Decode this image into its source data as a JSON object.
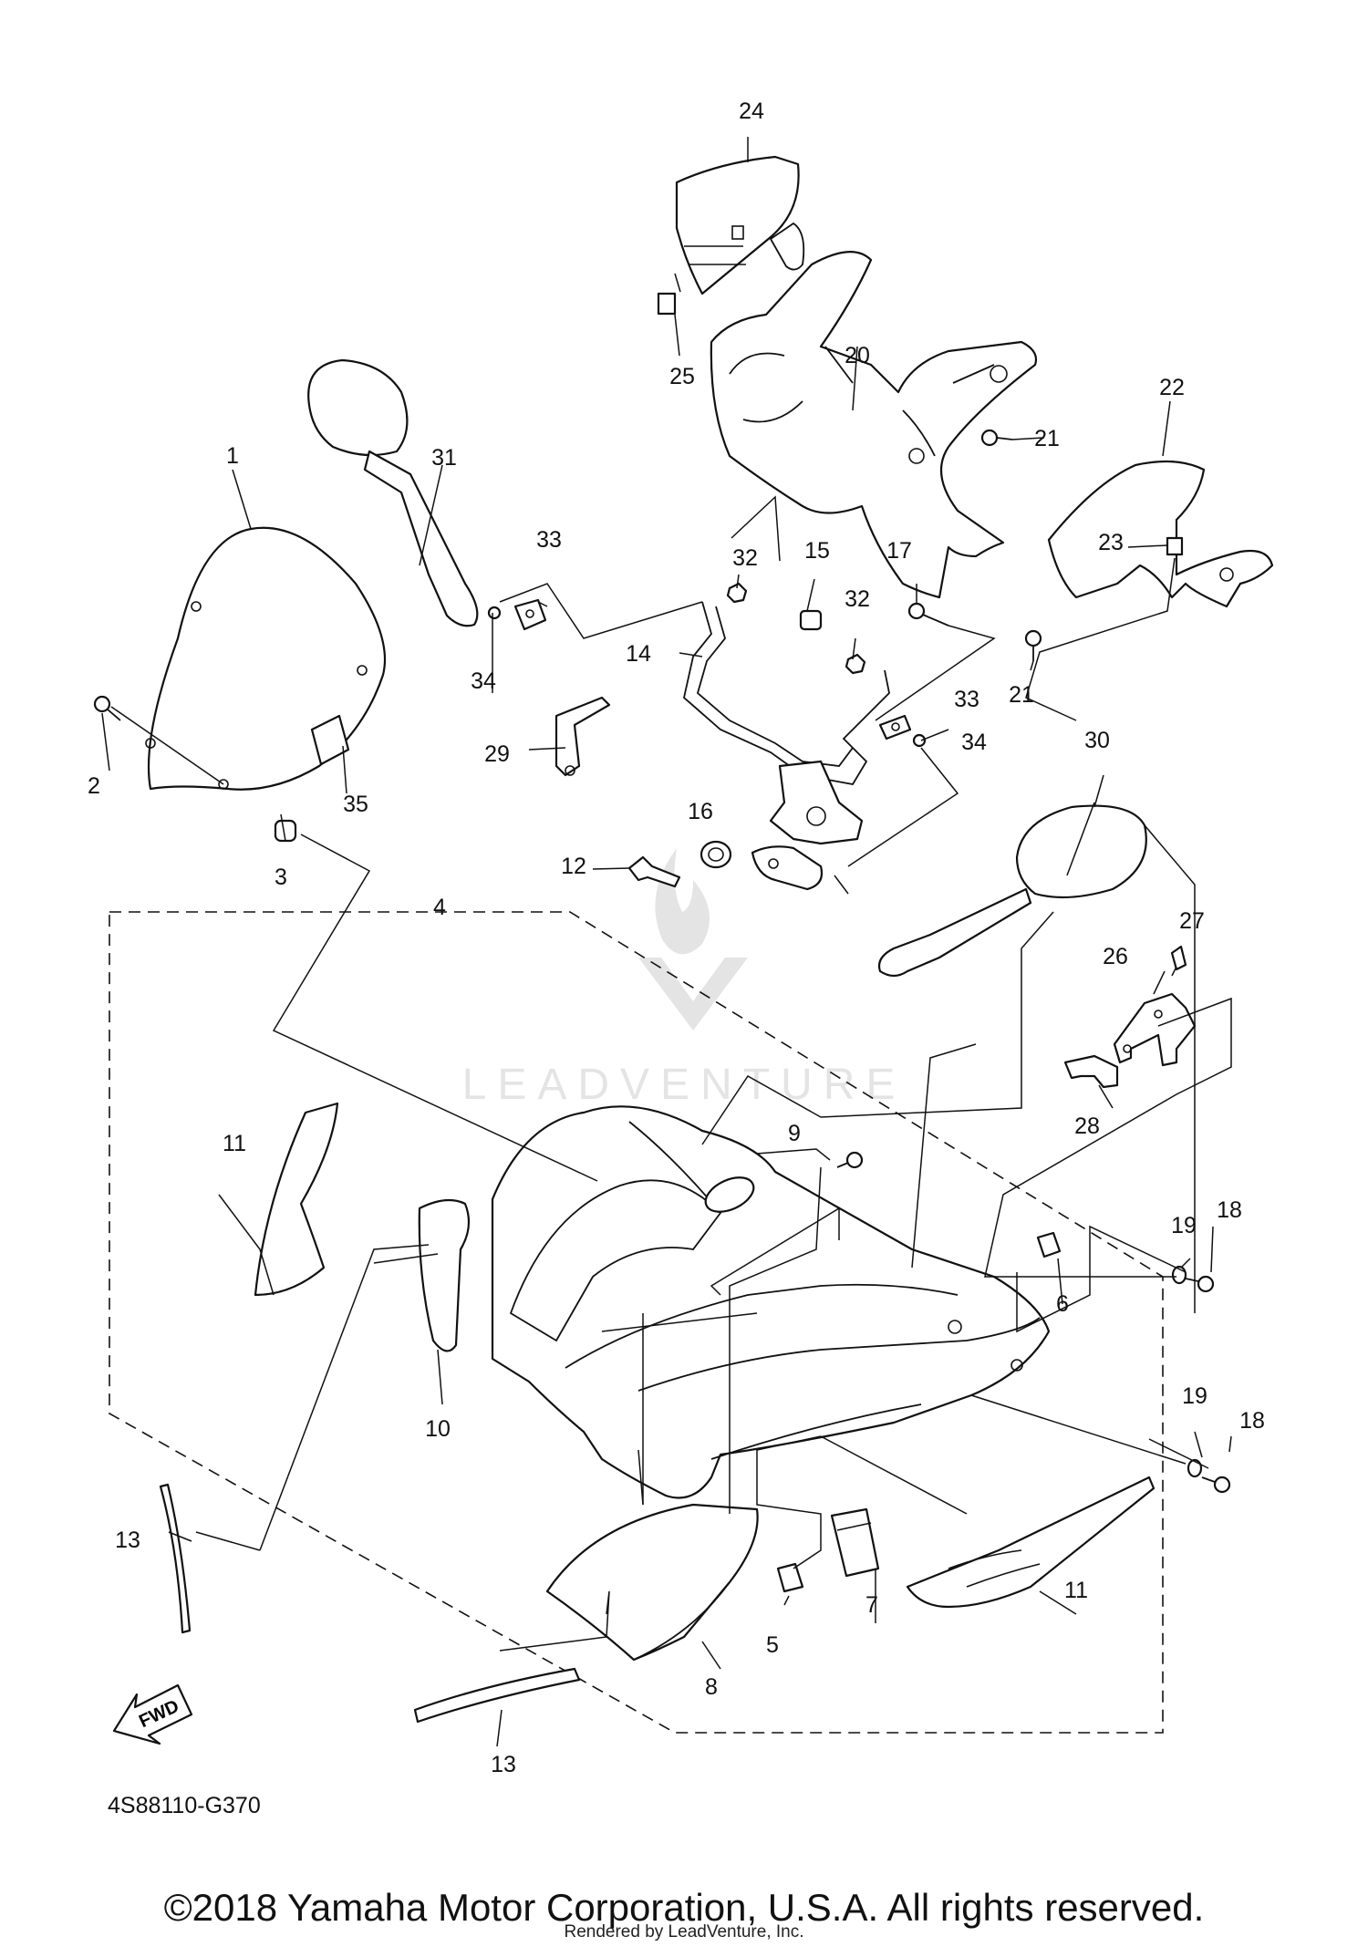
{
  "diagram": {
    "watermark": "LEADVENTURE",
    "diagram_code": "4S88110-G370",
    "fwd_label": "FWD",
    "callouts": {
      "c1": "1",
      "c2": "2",
      "c3": "3",
      "c4": "4",
      "c5": "5",
      "c6": "6",
      "c7": "7",
      "c8": "8",
      "c9": "9",
      "c10": "10",
      "c11a": "11",
      "c11b": "11",
      "c12": "12",
      "c13a": "13",
      "c13b": "13",
      "c14": "14",
      "c15": "15",
      "c16": "16",
      "c17": "17",
      "c18a": "18",
      "c18b": "18",
      "c19a": "19",
      "c19b": "19",
      "c20": "20",
      "c21a": "21",
      "c21b": "21",
      "c22": "22",
      "c23": "23",
      "c24": "24",
      "c25": "25",
      "c26": "26",
      "c27": "27",
      "c28": "28",
      "c29": "29",
      "c30": "30",
      "c31": "31",
      "c32a": "32",
      "c32b": "32",
      "c33a": "33",
      "c33b": "33",
      "c34a": "34",
      "c34b": "34",
      "c35": "35"
    }
  },
  "footer": {
    "copyright": "©2018 Yamaha Motor Corporation, U.S.A. All rights reserved.",
    "rendered_by": "Rendered by LeadVenture, Inc."
  }
}
